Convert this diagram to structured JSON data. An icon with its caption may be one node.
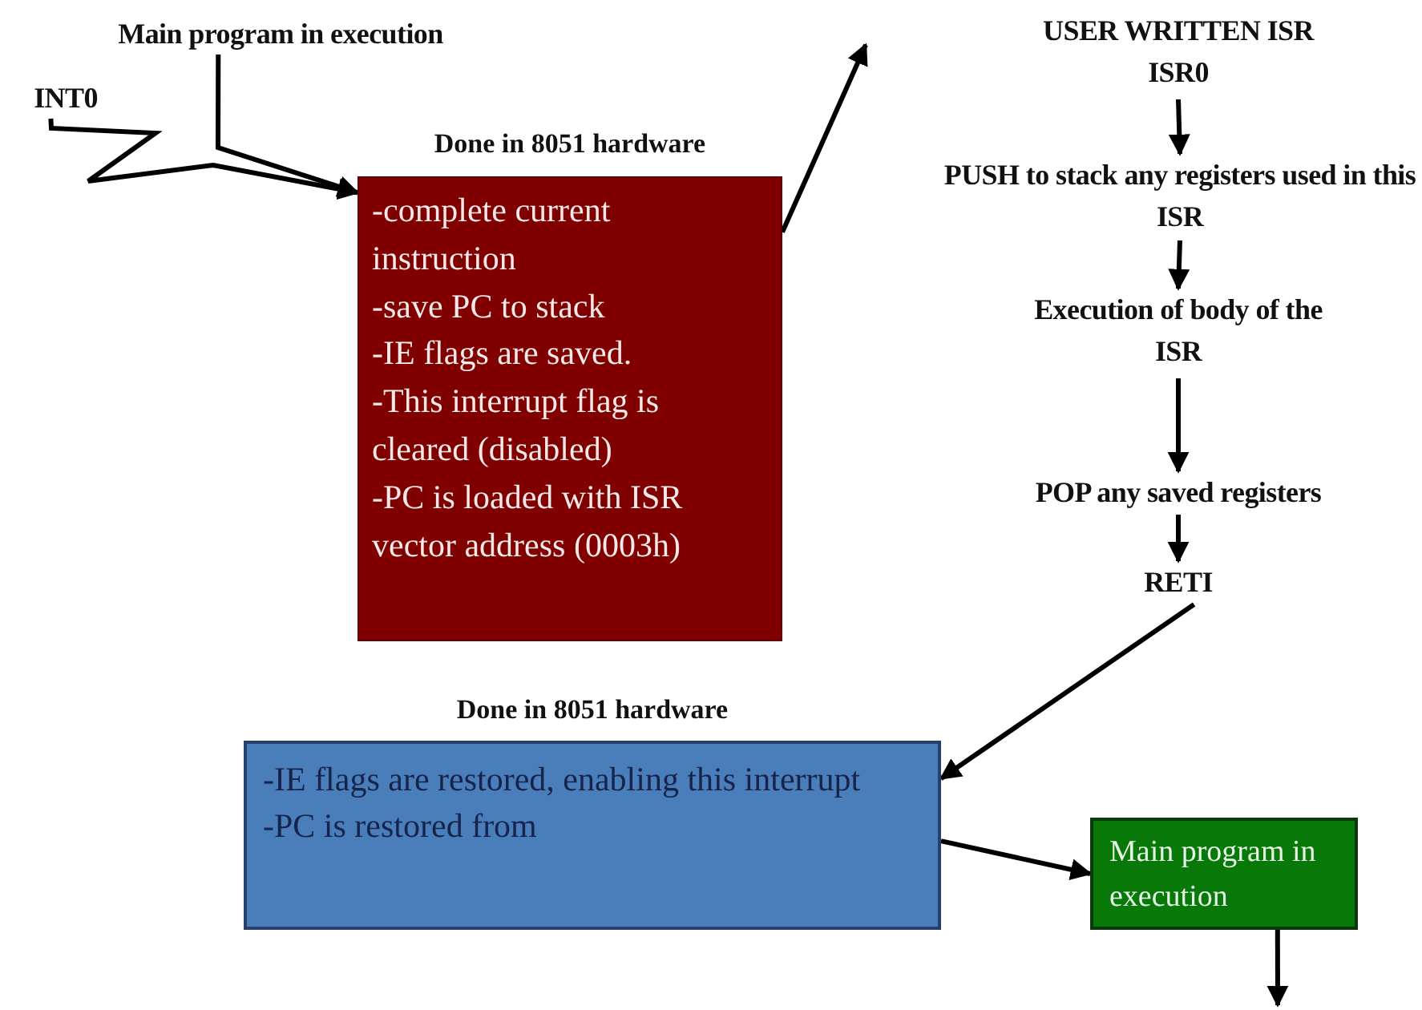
{
  "diagram": {
    "nodes": [
      {
        "text": [
          "Main program in execution"
        ]
      },
      {
        "text": [
          "INT0"
        ]
      },
      {
        "text": [
          "Done in 8051 hardware",
          "-complete current instruction",
          "-save PC to stack",
          "-IE flags are saved.",
          "-This interrupt flag is cleared (disabled)",
          "-PC is loaded with ISR vector address (0003h)"
        ]
      },
      {
        "text": [
          "USER WRITTEN ISR",
          "ISR0"
        ]
      },
      {
        "text": [
          "PUSH to stack any registers used in this ISR"
        ]
      },
      {
        "text": [
          "Execution of body of the ISR"
        ]
      },
      {
        "text": [
          "POP any saved registers"
        ]
      },
      {
        "text": [
          "RETI"
        ]
      },
      {
        "text": [
          "Done in 8051 hardware",
          "-IE flags are restored, enabling this interrupt",
          "-PC is restored from"
        ]
      },
      {
        "text": [
          "Main program in execution"
        ]
      }
    ],
    "edges": [
      {
        "from": 0,
        "to": 2,
        "arrow": "to"
      },
      {
        "from": 1,
        "to": 2,
        "arrow": "to"
      },
      {
        "from": 2,
        "to": null,
        "arrow": "to"
      },
      {
        "from": 3,
        "to": 4,
        "arrow": "to"
      },
      {
        "from": 4,
        "to": 5,
        "arrow": "to"
      },
      {
        "from": 5,
        "to": 6,
        "arrow": "to"
      },
      {
        "from": 6,
        "to": 7,
        "arrow": "to"
      },
      {
        "from": 7,
        "to": 8,
        "arrow": "to"
      },
      {
        "from": 8,
        "to": 9,
        "arrow": "to"
      },
      {
        "from": 9,
        "to": null,
        "arrow": "to"
      }
    ]
  }
}
